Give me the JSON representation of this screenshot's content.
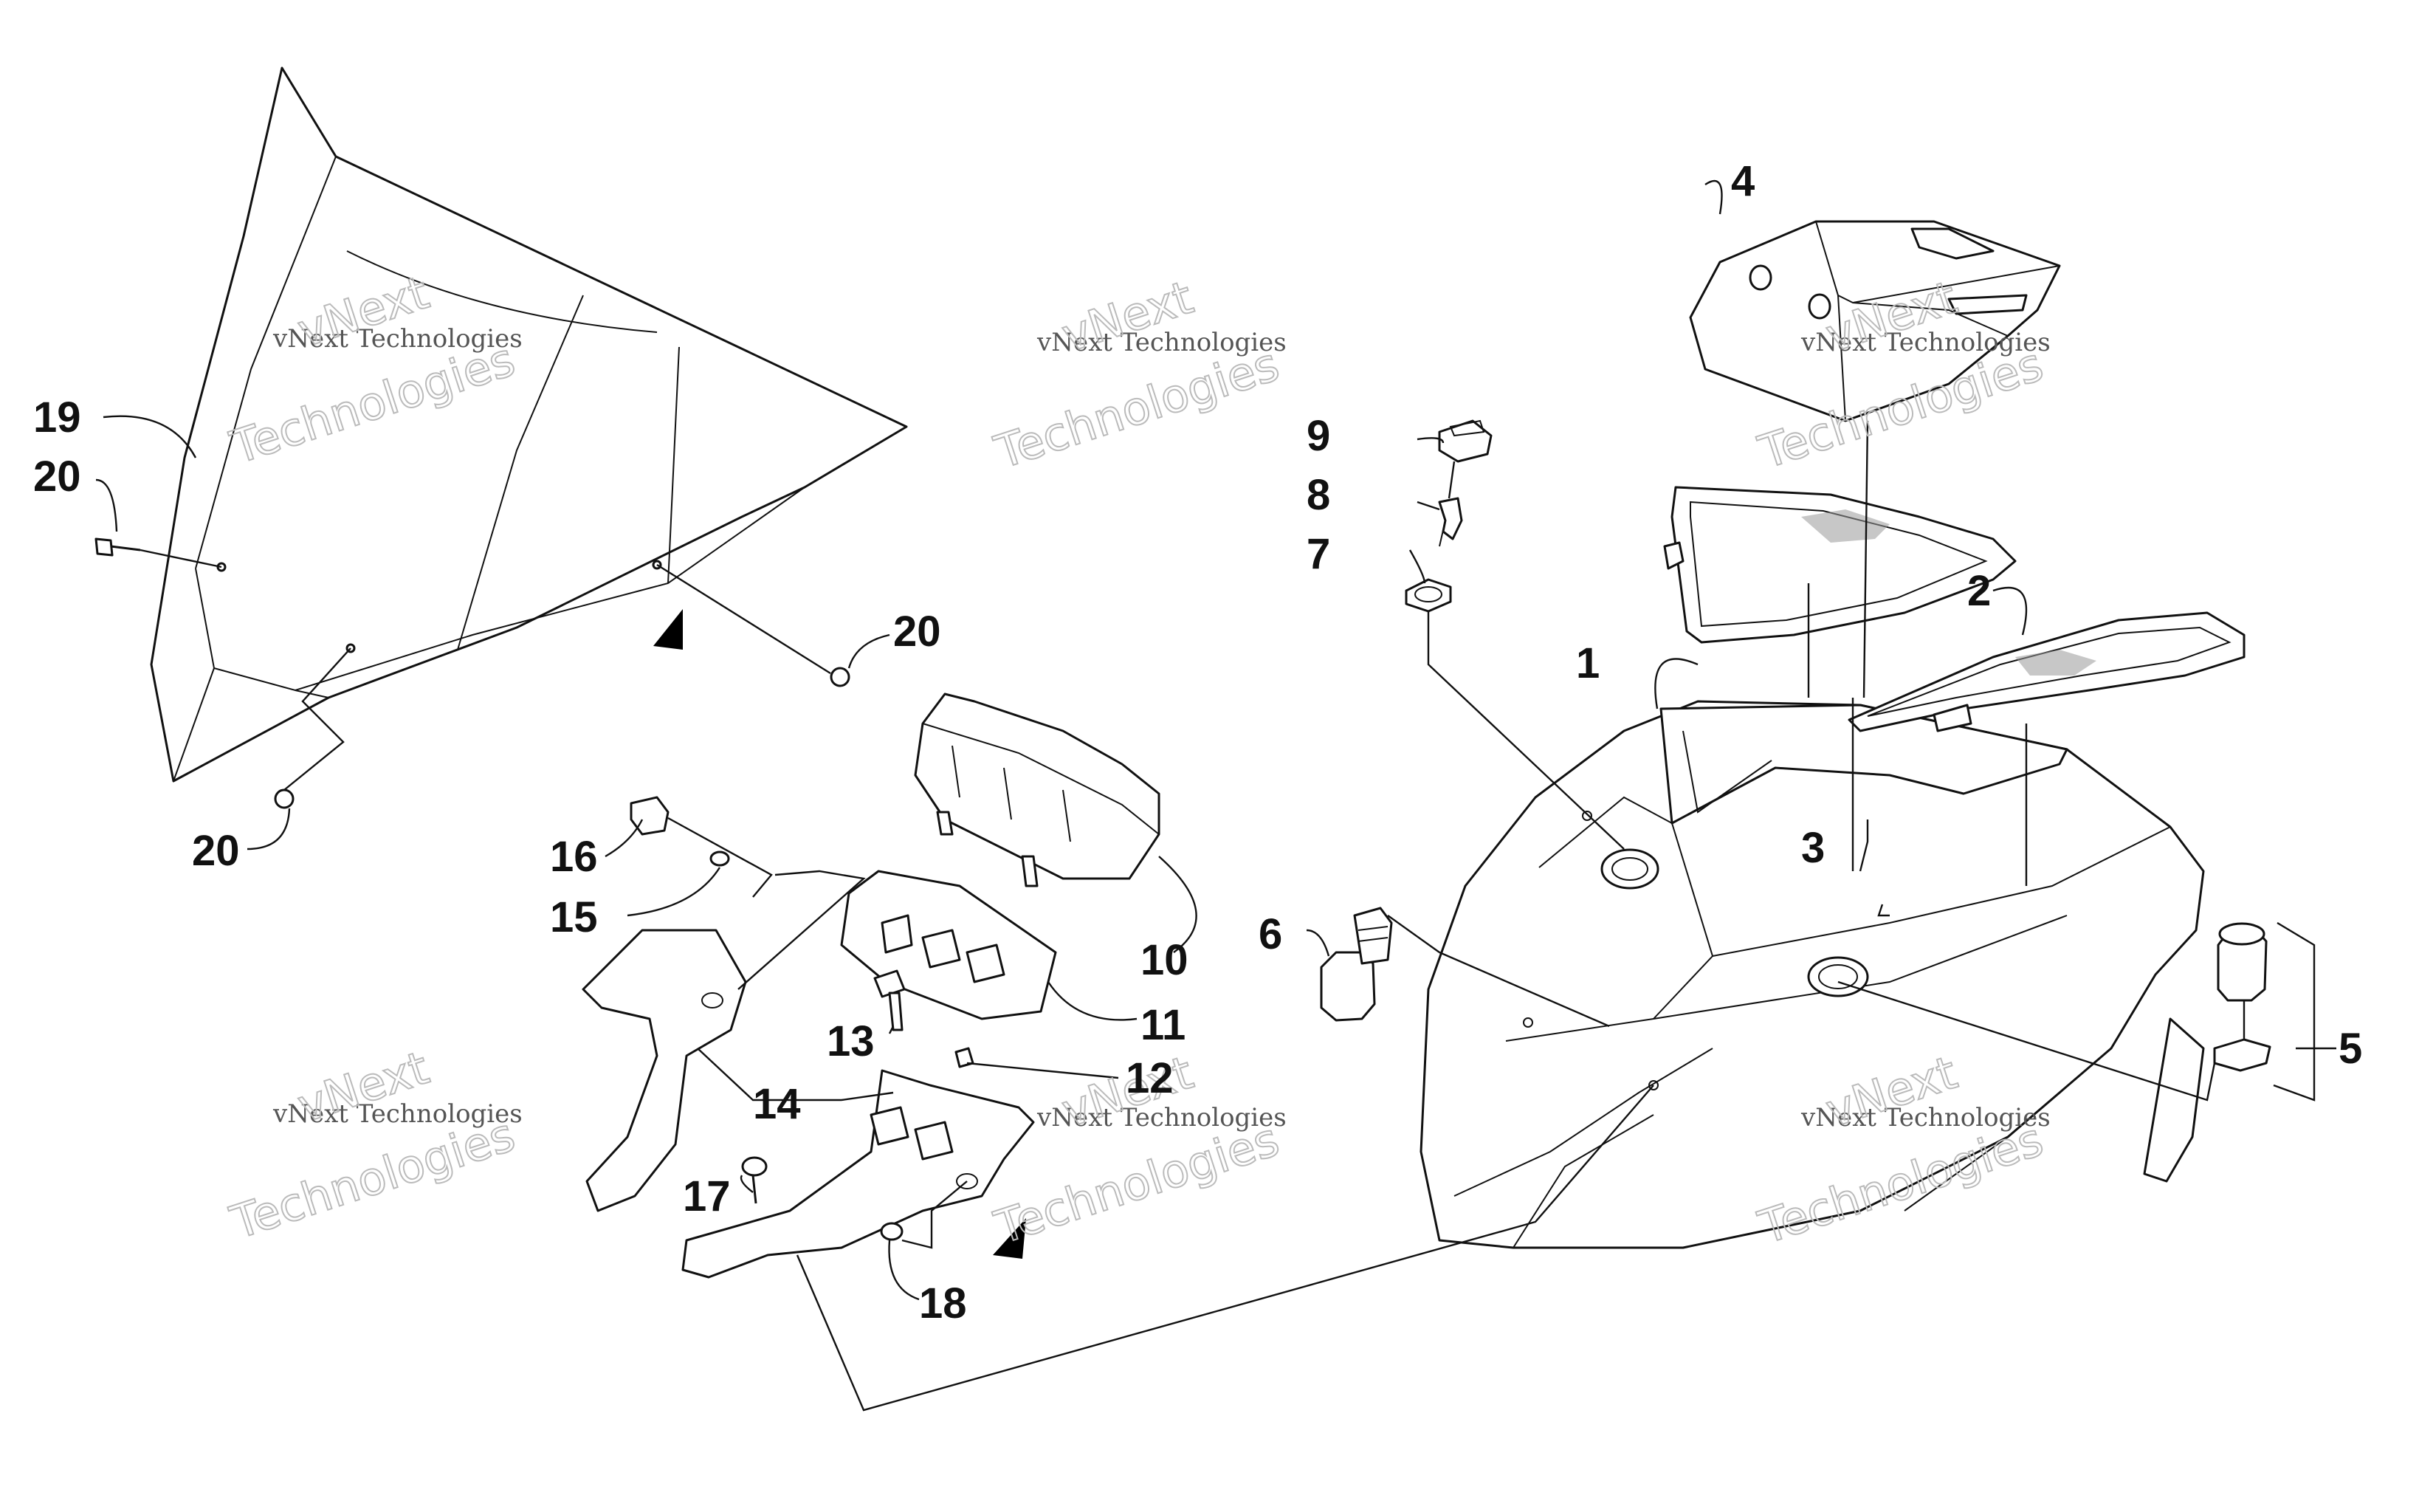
{
  "callouts": [
    {
      "id": "1",
      "label": "1"
    },
    {
      "id": "2",
      "label": "2"
    },
    {
      "id": "3",
      "label": "3"
    },
    {
      "id": "4",
      "label": "4"
    },
    {
      "id": "5",
      "label": "5"
    },
    {
      "id": "6",
      "label": "6"
    },
    {
      "id": "7",
      "label": "7"
    },
    {
      "id": "8",
      "label": "8"
    },
    {
      "id": "9",
      "label": "9"
    },
    {
      "id": "10",
      "label": "10"
    },
    {
      "id": "11",
      "label": "11"
    },
    {
      "id": "12",
      "label": "12"
    },
    {
      "id": "13",
      "label": "13"
    },
    {
      "id": "14",
      "label": "14"
    },
    {
      "id": "15",
      "label": "15"
    },
    {
      "id": "16",
      "label": "16"
    },
    {
      "id": "17",
      "label": "17"
    },
    {
      "id": "18",
      "label": "18"
    },
    {
      "id": "19",
      "label": "19"
    },
    {
      "id": "20a",
      "label": "20"
    },
    {
      "id": "20b",
      "label": "20"
    },
    {
      "id": "20c",
      "label": "20"
    }
  ],
  "watermark": {
    "line": "vNext Technologies",
    "word1": "vNext",
    "word2": "Technologies"
  }
}
